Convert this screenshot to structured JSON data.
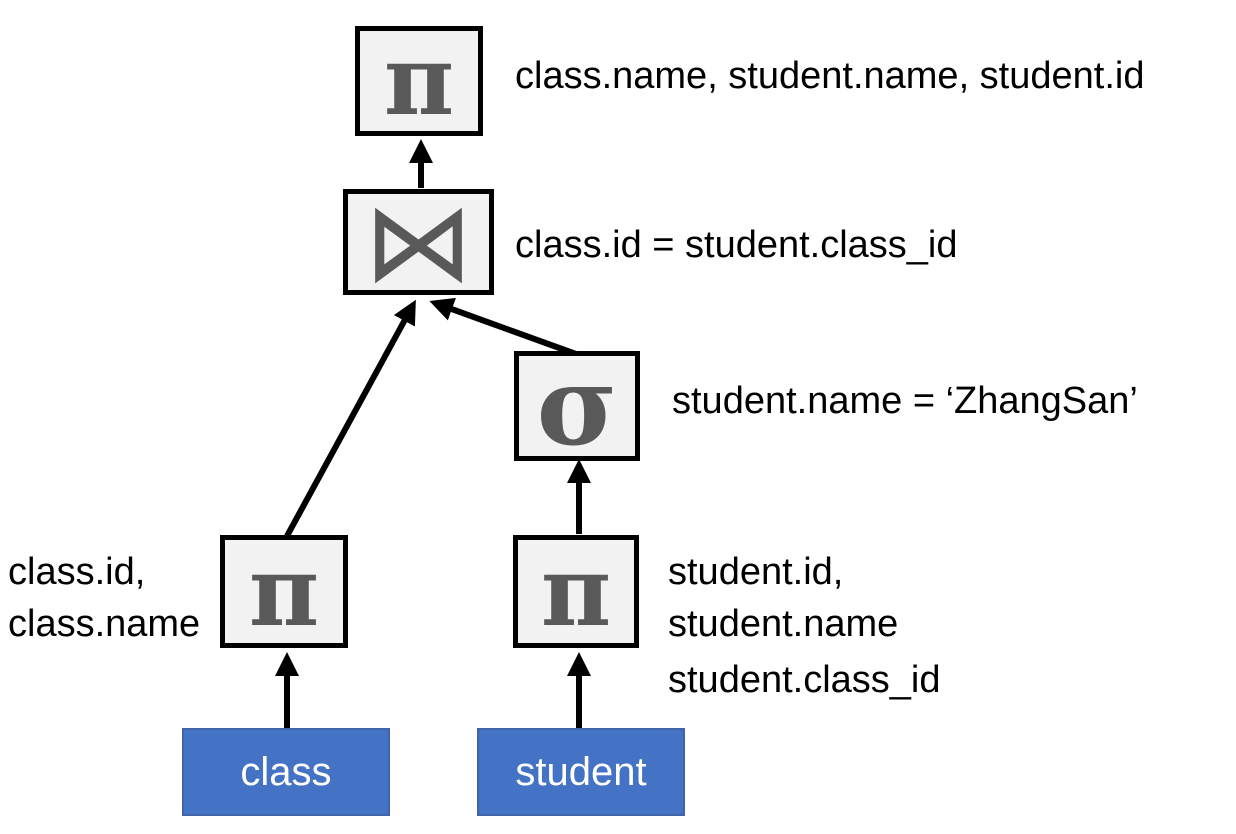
{
  "colors": {
    "table_fill": "#4472c4",
    "operator_fill": "#f2f2f2",
    "operator_symbol": "#595959",
    "edge": "#000000"
  },
  "nodes": {
    "top_projection": {
      "symbol": "π",
      "label": "class.name, student.name, student.id"
    },
    "join": {
      "symbol": "⋈",
      "label": "class.id = student.class_id"
    },
    "selection": {
      "symbol": "σ",
      "label": "student.name = ‘ZhangSan’"
    },
    "class_projection": {
      "symbol": "π",
      "label_lines": [
        "class.id,",
        "class.name"
      ]
    },
    "student_projection": {
      "symbol": "π",
      "label_lines": [
        "student.id,",
        "student.name",
        "student.class_id"
      ]
    },
    "class_table": {
      "label": "class"
    },
    "student_table": {
      "label": "student"
    }
  }
}
